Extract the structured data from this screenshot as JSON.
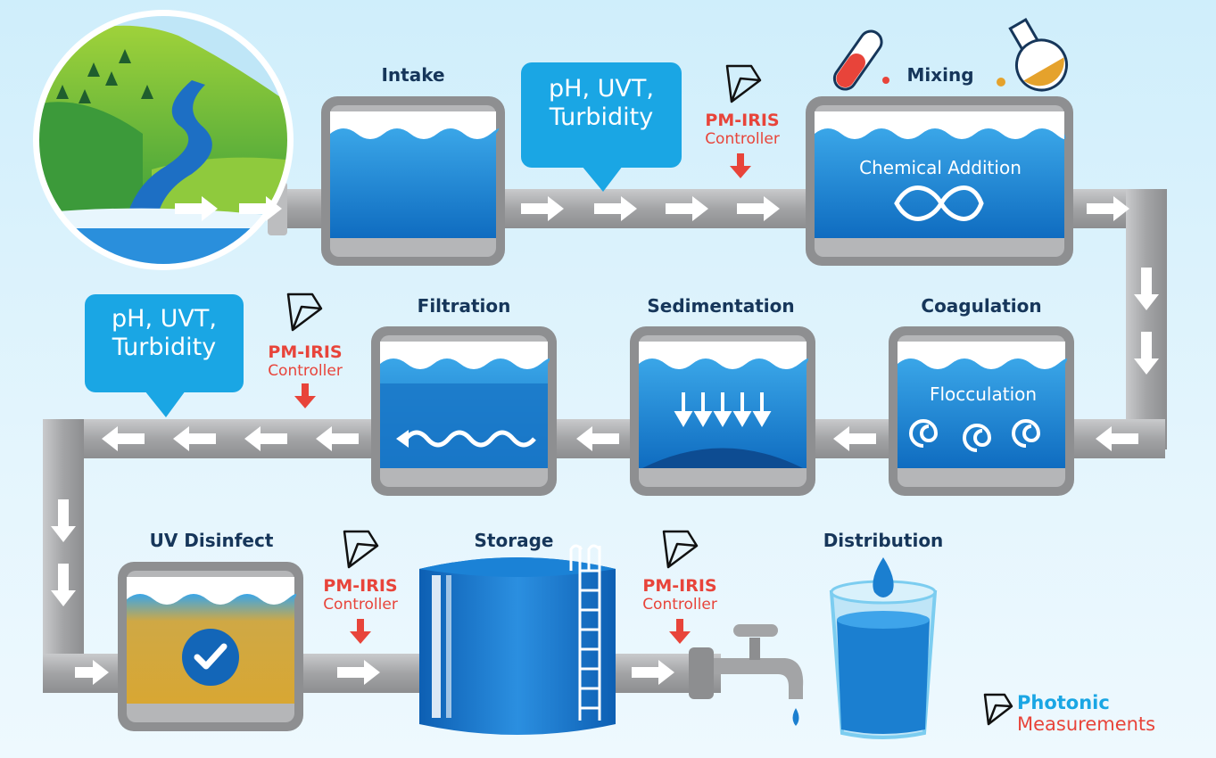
{
  "stages": {
    "intake": "Intake",
    "mixing": "Mixing",
    "coagulation": "Coagulation",
    "sedimentation": "Sedimentation",
    "filtration": "Filtration",
    "uv_disinfect": "UV Disinfect",
    "storage": "Storage",
    "distribution": "Distribution"
  },
  "tank_inner_labels": {
    "mixing": "Chemical Addition",
    "coagulation": "Flocculation"
  },
  "sensor_callouts": [
    {
      "line1": "pH, UVT,",
      "line2": "Turbidity"
    },
    {
      "line1": "pH, UVT,",
      "line2": "Turbidity"
    }
  ],
  "controllers": [
    {
      "name": "PM-IRIS",
      "sub": "Controller"
    },
    {
      "name": "PM-IRIS",
      "sub": "Controller"
    },
    {
      "name": "PM-IRIS",
      "sub": "Controller"
    },
    {
      "name": "PM-IRIS",
      "sub": "Controller"
    }
  ],
  "brand": {
    "line1": "Photonic",
    "line2": "Measurements"
  },
  "colors": {
    "water_blue": "#1b7fd0",
    "callout_blue": "#1aa6e4",
    "controller_red": "#e8443a",
    "label_navy": "#16365a",
    "pipe_gray": "#a9aaac",
    "uv_gold": "#d8a733"
  },
  "icons": [
    "landscape-river-icon",
    "test-tube-icon",
    "flask-icon",
    "prism-logo-icon",
    "check-icon",
    "faucet-icon",
    "water-glass-icon",
    "drop-icon",
    "flow-arrow-icon"
  ]
}
